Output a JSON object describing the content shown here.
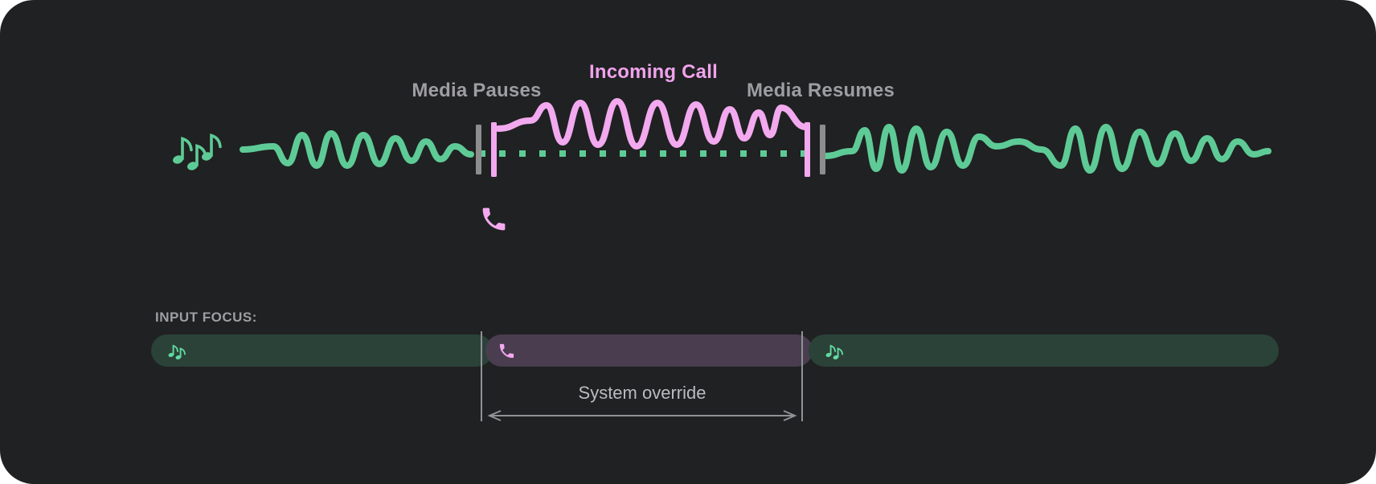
{
  "timeline": {
    "media_pauses_label": "Media Pauses",
    "incoming_call_label": "Incoming Call",
    "media_resumes_label": "Media Resumes",
    "media_icon": "music-notes-icon",
    "call_icon": "phone-icon"
  },
  "input_focus": {
    "heading": "INPUT FOCUS:",
    "segments": [
      {
        "type": "media",
        "icon": "music-notes-icon"
      },
      {
        "type": "call",
        "icon": "phone-icon"
      },
      {
        "type": "media",
        "icon": "music-notes-icon"
      }
    ],
    "override_label": "System override"
  },
  "colors": {
    "canvas_bg": "#202122",
    "media_green": "#5ecb97",
    "media_green_bright": "#62d9a2",
    "call_pink": "#f2a9ef",
    "call_pink_text": "#f0a3ed",
    "label_gray": "#9e9ea2",
    "marker_gray": "#8d8d8d",
    "pill_green": "#2b4238",
    "pill_purple": "#4a3d4f",
    "annotation_gray": "#b9bcbf",
    "line_gray": "#8f9296"
  }
}
